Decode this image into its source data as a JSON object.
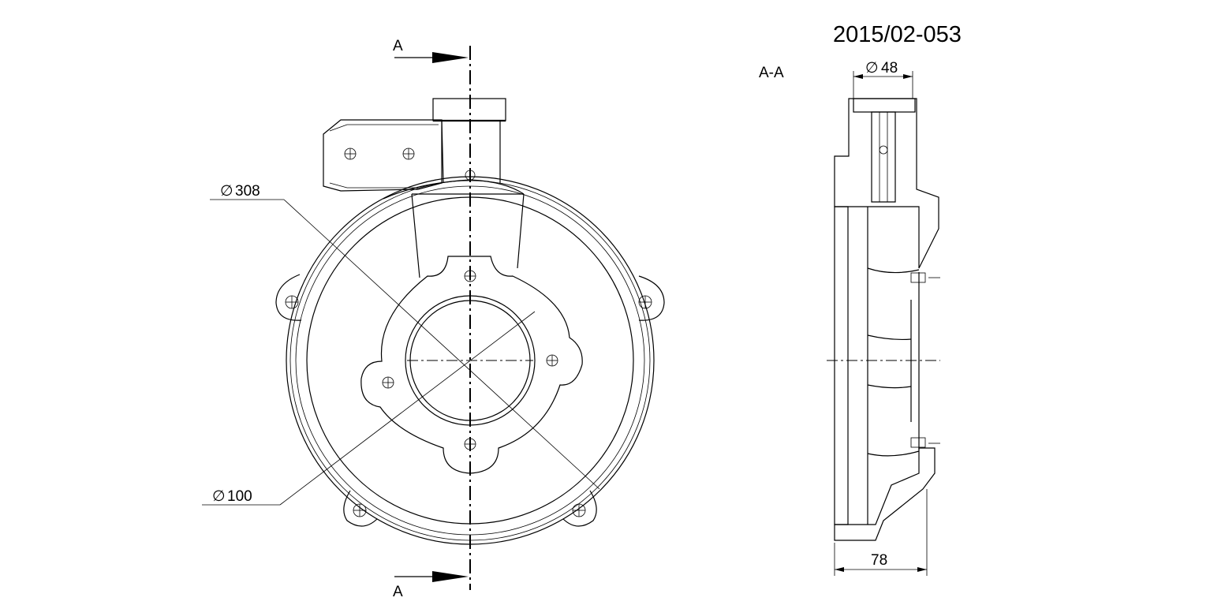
{
  "drawing": {
    "number": "2015/02-053",
    "section_label": "A-A",
    "cut_marker_top": "A",
    "cut_marker_bottom": "A",
    "dim_outer_diameter": "308",
    "dim_inner_diameter": "100",
    "dim_outlet_diameter": "48",
    "dim_width": "78",
    "diameter_symbol": "∅"
  }
}
